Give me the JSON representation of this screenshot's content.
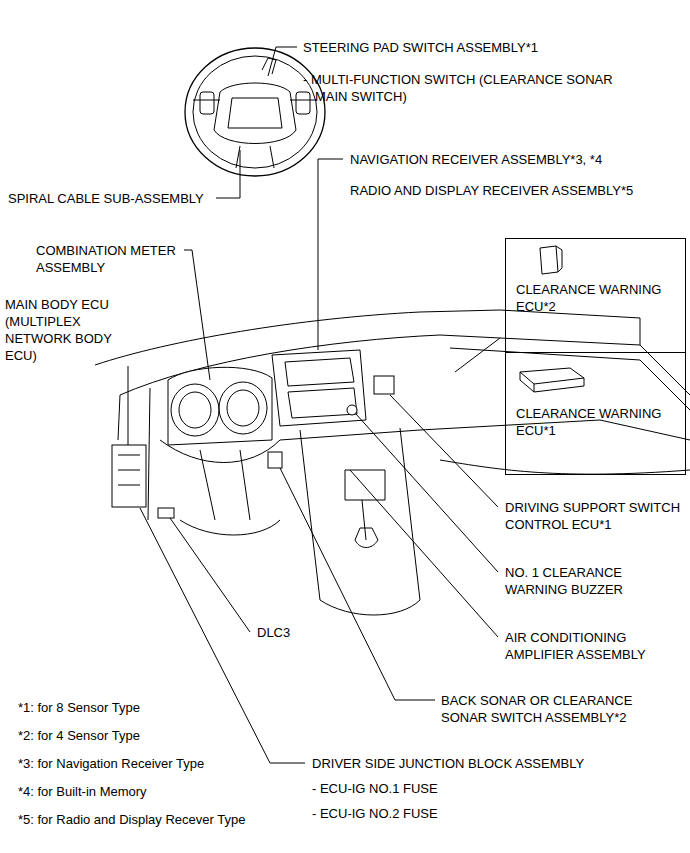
{
  "diagram": {
    "nodes": [
      {
        "text": [
          "CLEARANCE WARNING ECU*2"
        ]
      },
      {
        "text": [
          "CLEARANCE WARNING ECU*1"
        ]
      }
    ],
    "labels": [
      "STEERING PAD SWITCH ASSEMBLY*1",
      "- MULTI-FUNCTION SWITCH (CLEARANCE SONAR MAIN SWITCH)",
      "SPIRAL CABLE SUB-ASSEMBLY",
      "NAVIGATION RECEIVER ASSEMBLY*3, *4",
      "RADIO AND DISPLAY RECEIVER ASSEMBLY*5",
      "COMBINATION METER ASSEMBLY",
      "MAIN BODY ECU (MULTIPLEX NETWORK BODY ECU)",
      "DRIVING SUPPORT SWITCH CONTROL ECU*1",
      "NO. 1 CLEARANCE WARNING BUZZER",
      "AIR CONDITIONING AMPLIFIER ASSEMBLY",
      "DLC3",
      "BACK SONAR OR CLEARANCE SONAR SWITCH ASSEMBLY*2",
      "*1: for 8 Sensor Type",
      "*2: for 4 Sensor Type",
      "*3: for Navigation Receiver Type",
      "*4: for Built-in Memory",
      "*5: for Radio and Display Recever Type",
      "DRIVER SIDE JUNCTION BLOCK ASSEMBLY",
      "- ECU-IG NO.1 FUSE",
      "- ECU-IG NO.2 FUSE"
    ]
  }
}
